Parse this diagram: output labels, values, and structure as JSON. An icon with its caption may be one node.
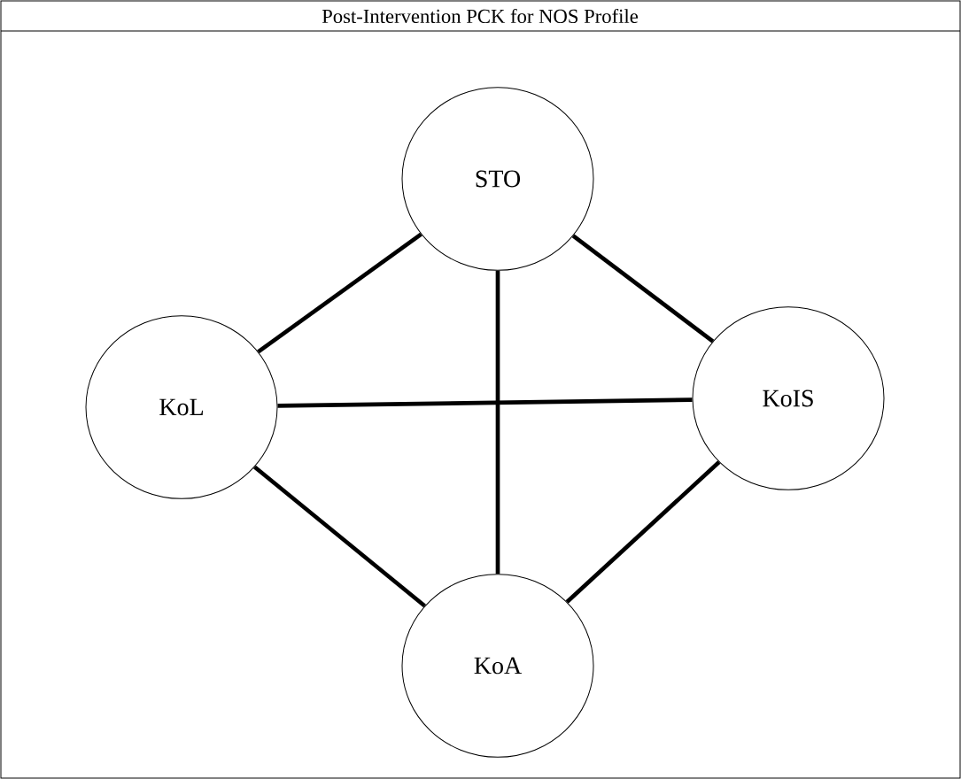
{
  "diagram": {
    "title": "Post-Intervention PCK for NOS Profile",
    "nodes": [
      {
        "text": [
          "STO"
        ]
      },
      {
        "text": [
          "KoL"
        ]
      },
      {
        "text": [
          "KoIS"
        ]
      },
      {
        "text": [
          "KoA"
        ]
      }
    ],
    "edges": [
      {
        "from": 0,
        "to": 1,
        "arrow": "none"
      },
      {
        "from": 0,
        "to": 2,
        "arrow": "none"
      },
      {
        "from": 0,
        "to": 3,
        "arrow": "none"
      },
      {
        "from": 1,
        "to": 2,
        "arrow": "none"
      },
      {
        "from": 1,
        "to": 3,
        "arrow": "none"
      },
      {
        "from": 2,
        "to": 3,
        "arrow": "none"
      }
    ]
  }
}
